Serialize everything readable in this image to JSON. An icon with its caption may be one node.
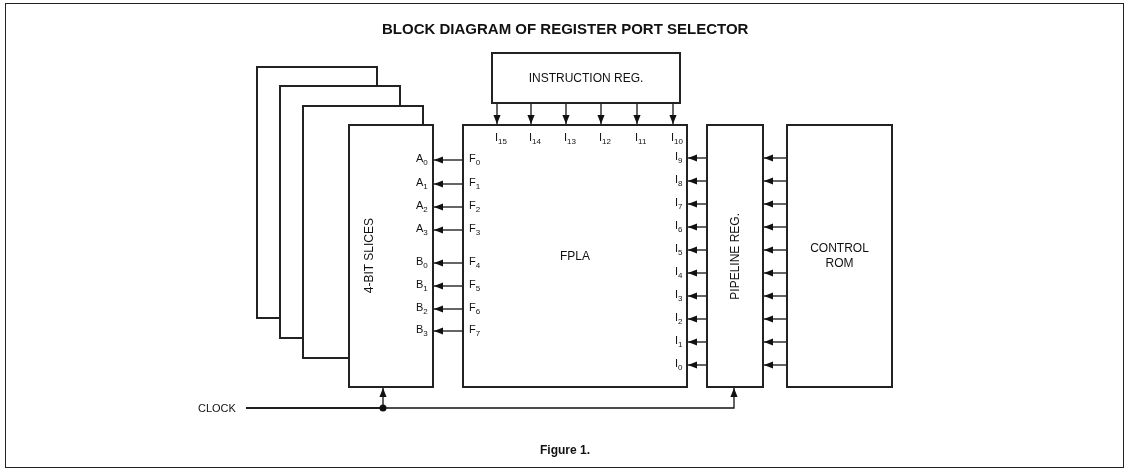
{
  "diagram": {
    "title": "BLOCK DIAGRAM OF REGISTER PORT SELECTOR",
    "caption": "Figure 1.",
    "nodes": [
      {
        "text": [],
        "shape": "box"
      },
      {
        "text": [],
        "shape": "box"
      },
      {
        "text": [],
        "shape": "box"
      },
      {
        "text": [
          "4-BIT SLICES"
        ]
      },
      {
        "text": [
          "INSTRUCTION REG."
        ]
      },
      {
        "text": [
          "FPLA"
        ]
      },
      {
        "text": [
          "PIPELINE REG."
        ]
      },
      {
        "text": [
          "CONTROL ROM"
        ]
      },
      {
        "text": [
          "CLOCK"
        ]
      }
    ],
    "edges": [
      {
        "from": 4,
        "to": 5,
        "arrow": "to"
      },
      {
        "from": 4,
        "to": 5,
        "arrow": "to"
      },
      {
        "from": 4,
        "to": 5,
        "arrow": "to"
      },
      {
        "from": 4,
        "to": 5,
        "arrow": "to"
      },
      {
        "from": 4,
        "to": 5,
        "arrow": "to"
      },
      {
        "from": 4,
        "to": 5,
        "arrow": "to"
      },
      {
        "from": 5,
        "to": 3,
        "arrow": "to"
      },
      {
        "from": 5,
        "to": 3,
        "arrow": "to"
      },
      {
        "from": 5,
        "to": 3,
        "arrow": "to"
      },
      {
        "from": 5,
        "to": 3,
        "arrow": "to"
      },
      {
        "from": 5,
        "to": 3,
        "arrow": "to"
      },
      {
        "from": 5,
        "to": 3,
        "arrow": "to"
      },
      {
        "from": 5,
        "to": 3,
        "arrow": "to"
      },
      {
        "from": 5,
        "to": 3,
        "arrow": "to"
      },
      {
        "from": 6,
        "to": 5,
        "arrow": "to"
      },
      {
        "from": 6,
        "to": 5,
        "arrow": "to"
      },
      {
        "from": 6,
        "to": 5,
        "arrow": "to"
      },
      {
        "from": 6,
        "to": 5,
        "arrow": "to"
      },
      {
        "from": 6,
        "to": 5,
        "arrow": "to"
      },
      {
        "from": 6,
        "to": 5,
        "arrow": "to"
      },
      {
        "from": 6,
        "to": 5,
        "arrow": "to"
      },
      {
        "from": 6,
        "to": 5,
        "arrow": "to"
      },
      {
        "from": 6,
        "to": 5,
        "arrow": "to"
      },
      {
        "from": 6,
        "to": 5,
        "arrow": "to"
      },
      {
        "from": 7,
        "to": 6,
        "arrow": "to"
      },
      {
        "from": 7,
        "to": 6,
        "arrow": "to"
      },
      {
        "from": 7,
        "to": 6,
        "arrow": "to"
      },
      {
        "from": 7,
        "to": 6,
        "arrow": "to"
      },
      {
        "from": 7,
        "to": 6,
        "arrow": "to"
      },
      {
        "from": 7,
        "to": 6,
        "arrow": "to"
      },
      {
        "from": 7,
        "to": 6,
        "arrow": "to"
      },
      {
        "from": 7,
        "to": 6,
        "arrow": "to"
      },
      {
        "from": 7,
        "to": 6,
        "arrow": "to"
      },
      {
        "from": 7,
        "to": 6,
        "arrow": "to"
      },
      {
        "from": 8,
        "to": 3,
        "arrow": "to"
      },
      {
        "from": 8,
        "to": 6,
        "arrow": "to"
      }
    ],
    "labels": [
      "I$_{15}$",
      "I$_{14}$",
      "I$_{13}$",
      "I$_{12}$",
      "I$_{11}$",
      "I$_{10}$",
      "A$_{0}$",
      "A$_{1}$",
      "A$_{2}$",
      "A$_{3}$",
      "B$_{0}$",
      "B$_{1}$",
      "B$_{2}$",
      "B$_{3}$",
      "F$_{0}$",
      "F$_{1}$",
      "F$_{2}$",
      "F$_{3}$",
      "F$_{4}$",
      "F$_{5}$",
      "F$_{6}$",
      "F$_{7}$",
      "I$_{9}$",
      "I$_{8}$",
      "I$_{7}$",
      "I$_{6}$",
      "I$_{5}$",
      "I$_{4}$",
      "I$_{3}$",
      "I$_{2}$",
      "I$_{1}$",
      "I$_{0}$"
    ]
  }
}
